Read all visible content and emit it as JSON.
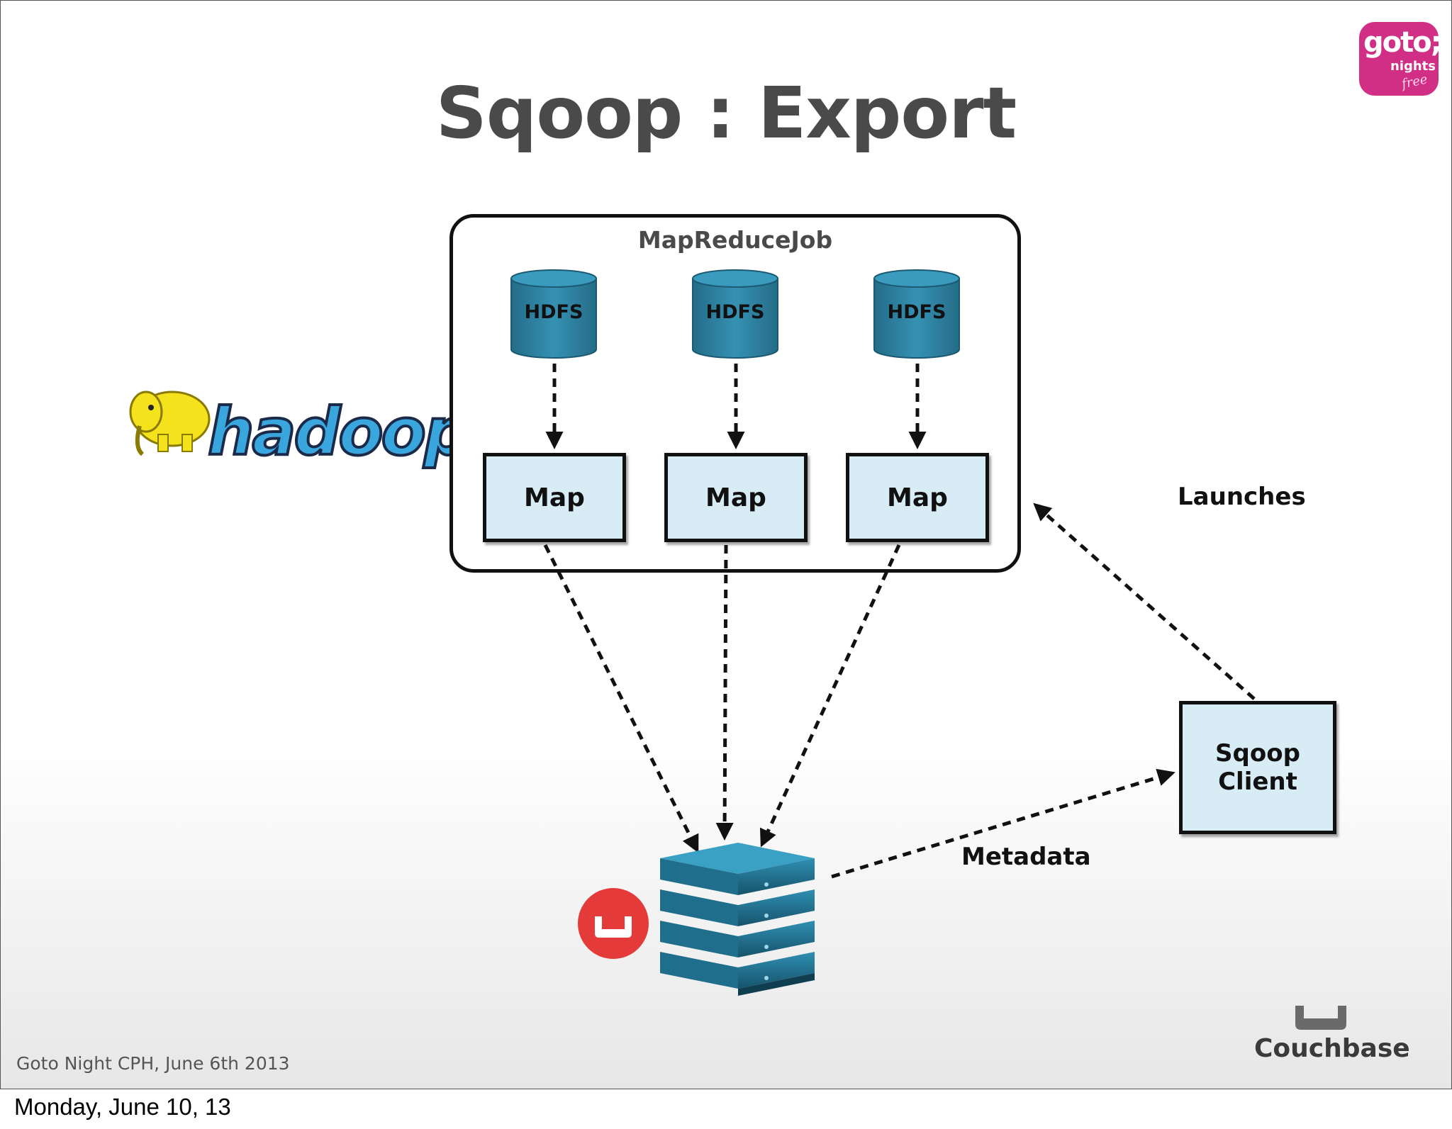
{
  "slide": {
    "title": "Sqoop : Export",
    "footer": "Goto Night CPH, June 6th 2013",
    "date": "Monday, June 10, 13"
  },
  "mapreduce": {
    "title": "MapReduceJob",
    "hdfs_labels": [
      "HDFS",
      "HDFS",
      "HDFS"
    ],
    "map_labels": [
      "Map",
      "Map",
      "Map"
    ]
  },
  "client": {
    "line1": "Sqoop",
    "line2": "Client"
  },
  "edges": {
    "launches": "Launches",
    "metadata": "Metadata"
  },
  "logos": {
    "hadoop": "hadoop",
    "couchbase": "Couchbase",
    "goto_main": "goto;",
    "goto_sub": "nights",
    "goto_tag": "free"
  },
  "colors": {
    "title": "#4a4a4a",
    "box_fill": "#d8ecf6",
    "cylinder": "#2c7f9e",
    "server": "#1f6f8c",
    "couchbase_red": "#e43a3a",
    "goto_pink": "#d12f86"
  }
}
